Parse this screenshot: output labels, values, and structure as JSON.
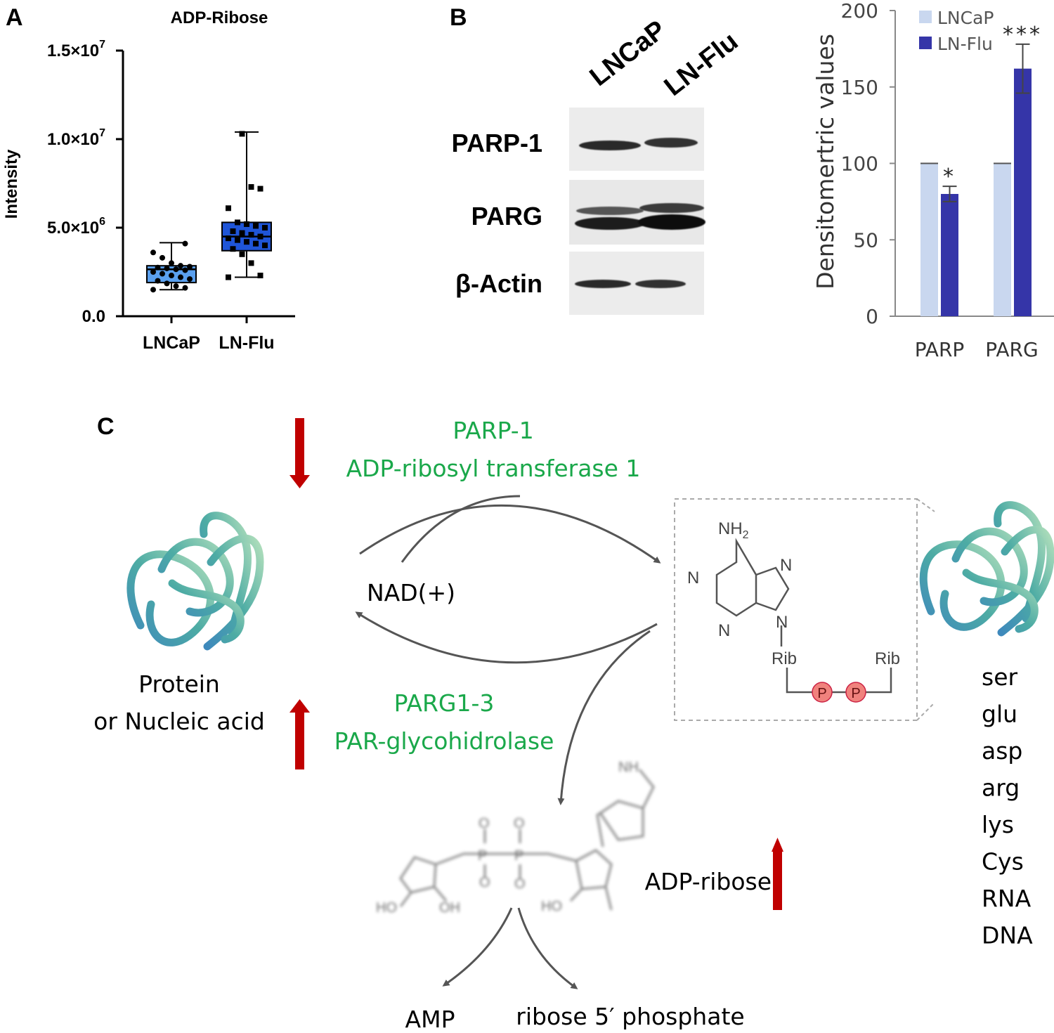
{
  "panels": {
    "a": "A",
    "b": "B",
    "c": "C"
  },
  "chart_data": [
    {
      "type": "box",
      "title": "ADP-Ribose",
      "ylabel": "Intensity",
      "ylim": [
        0,
        15000000
      ],
      "y_ticks": [
        {
          "value": 0,
          "base": "0.0",
          "exp": ""
        },
        {
          "value": 5000000,
          "base": "5.0×10",
          "exp": "6"
        },
        {
          "value": 10000000,
          "base": "1.0×10",
          "exp": "7"
        },
        {
          "value": 15000000,
          "base": "1.5×10",
          "exp": "7"
        }
      ],
      "categories": [
        "LNCaP",
        "LN-Flu"
      ],
      "series": [
        {
          "min": 1500000,
          "q1": 1900000,
          "median": 2650000,
          "q3": 2850000,
          "max": 4150000,
          "color": "#5aa0ef",
          "points": [
            1500000,
            1600000,
            1700000,
            1850000,
            2000000,
            2100000,
            2200000,
            2300000,
            2400000,
            2500000,
            2600000,
            2650000,
            2700000,
            2750000,
            2800000,
            2850000,
            3000000,
            3300000,
            3600000,
            4100000
          ]
        },
        {
          "min": 2200000,
          "q1": 3700000,
          "median": 4500000,
          "q3": 5300000,
          "max": 10400000,
          "color": "#1f55d8",
          "points": [
            2200000,
            2300000,
            3000000,
            3500000,
            3800000,
            4000000,
            4100000,
            4200000,
            4300000,
            4400000,
            4500000,
            4600000,
            4700000,
            4800000,
            5000000,
            5100000,
            5200000,
            5300000,
            6100000,
            7200000,
            7300000,
            10300000
          ]
        }
      ]
    },
    {
      "type": "bar",
      "ylabel": "Densitomertric values",
      "ylim": [
        0,
        200
      ],
      "y_ticks": [
        0,
        50,
        100,
        150,
        200
      ],
      "categories": [
        "PARP",
        "PARG"
      ],
      "series": [
        {
          "name": "LNCaP",
          "values": [
            100,
            100
          ],
          "errors": [
            0,
            0
          ],
          "color": "#c9d7ef"
        },
        {
          "name": "LN-Flu",
          "values": [
            80,
            162
          ],
          "errors": [
            5,
            16
          ],
          "color": "#3535a8"
        }
      ],
      "significance": [
        "*",
        "***"
      ]
    }
  ],
  "blot": {
    "columns": [
      "LNCaP",
      "LN-Flu"
    ],
    "rows": [
      "PARP-1",
      "PARG",
      "β-Actin"
    ]
  },
  "scheme": {
    "enzyme_top": [
      "PARP-1",
      "ADP-ribosyl transferase 1"
    ],
    "enzyme_bottom": [
      "PARG1-3",
      "PAR-glycohidrolase"
    ],
    "cofactor": "NAD(+)",
    "substrate": [
      "Protein",
      "or Nucleic acid"
    ],
    "products": [
      "AMP",
      "ribose 5′ phosphate"
    ],
    "adp_label": "ADP-ribose",
    "targets": [
      "ser",
      "glu",
      "asp",
      "arg",
      "lys",
      "Cys",
      "RNA",
      "DNA"
    ],
    "chem": {
      "nh2": "NH",
      "nh2_sub": "2",
      "n": "N",
      "rib": "Rib",
      "p": "P",
      "o": "O",
      "ho": "HO",
      "oh": "OH"
    },
    "colors": {
      "enzyme": "#1aa84a",
      "arrow_red": "#c00000",
      "arrow_grey": "#555555"
    }
  }
}
